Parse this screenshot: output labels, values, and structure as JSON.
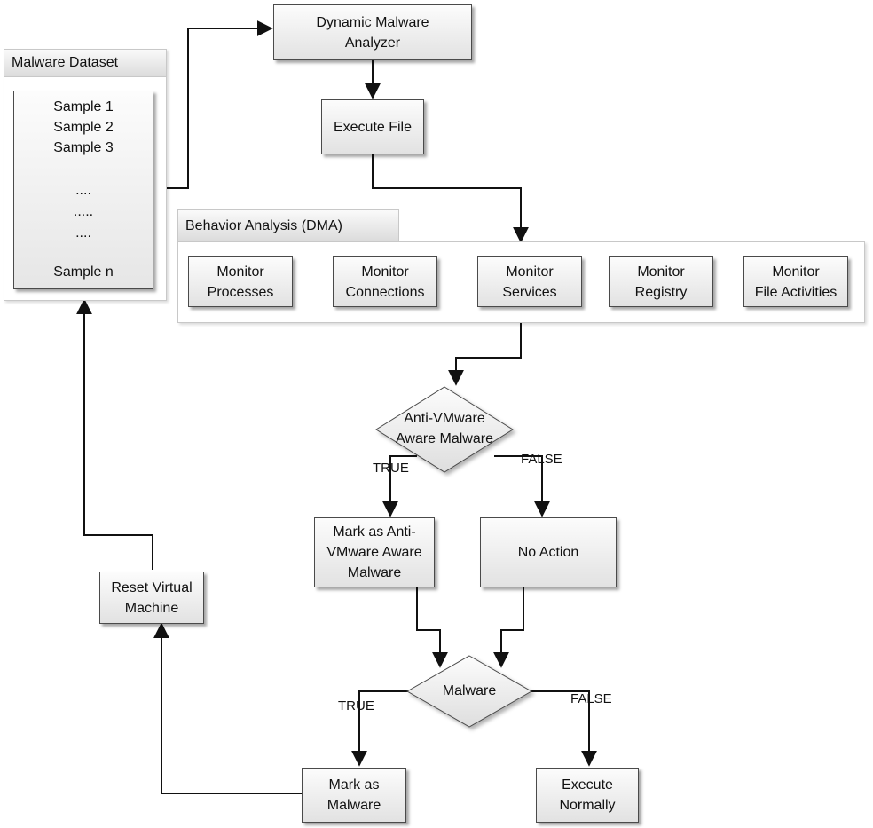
{
  "dataset": {
    "title": "Malware Dataset",
    "samples": [
      "Sample 1",
      "Sample 2",
      "Sample 3",
      "....",
      ".....",
      "....",
      "Sample n"
    ]
  },
  "analyzer": {
    "label": "Dynamic Malware\nAnalyzer"
  },
  "execute_file": {
    "label": "Execute File"
  },
  "behavior": {
    "title": "Behavior Analysis (DMA)",
    "monitors": [
      "Monitor\nProcesses",
      "Monitor\nConnections",
      "Monitor\nServices",
      "Monitor\nRegistry",
      "Monitor\nFile Activities"
    ]
  },
  "decision_antivm": {
    "label": "Anti-VMware\nAware Malware",
    "true_label": "TRUE",
    "false_label": "FALSE"
  },
  "mark_antivm": {
    "label": "Mark as Anti-\nVMware Aware\nMalware"
  },
  "no_action": {
    "label": "No Action"
  },
  "decision_malware": {
    "label": "Malware",
    "true_label": "TRUE",
    "false_label": "FALSE"
  },
  "mark_malware": {
    "label": "Mark as\nMalware"
  },
  "execute_normally": {
    "label": "Execute\nNormally"
  },
  "reset_vm": {
    "label": "Reset Virtual\nMachine"
  }
}
